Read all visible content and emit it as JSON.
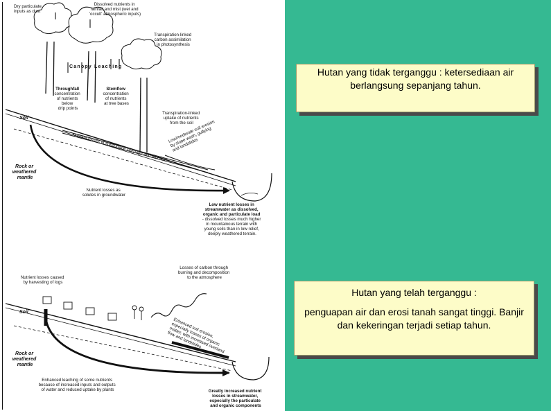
{
  "diagram_top": {
    "dry_particulate": [
      "Dry particulate",
      "inputs as dust"
    ],
    "dissolved_nutrients": [
      "Dissolved nutrients in",
      "rainfall and mist (wet and",
      "'occult' atmospheric inputs)"
    ],
    "transpiration_carbon": [
      "Transpiration-linked",
      "carbon assimilation",
      "in photosynthesis"
    ],
    "canopy_leaching": "Canopy Leaching",
    "throughfall": [
      "Throughfall",
      "concentration",
      "of nutrients",
      "below",
      "drip points"
    ],
    "stemflow": [
      "Stemflow",
      "concentration",
      "of nutrients",
      "at tree bases"
    ],
    "transpiration_uptake": [
      "Transpiration-linked",
      "uptake of nutrients",
      "from the soil"
    ],
    "soil": "Soil",
    "nutrient_losses_subsurface": "Nutrient losses in subsurface seepage and pipeflow",
    "low_moderate_erosion": [
      "Low/moderate soil erosion",
      "by slope wash, gullying",
      "and landslides"
    ],
    "rock": [
      "Rock or",
      "weathered",
      "mantle"
    ],
    "nutrient_losses_groundwater": [
      "Nutrient losses as",
      "solutes in groundwater"
    ],
    "low_nutrient_losses": [
      "Low nutrient losses in",
      "streamwater as dissolved,",
      "organic and particulate load",
      "- dissolved losses much higher",
      "in mountainous terrain with",
      "young soils than in low relief,",
      "deeply weathered terrain."
    ]
  },
  "diagram_bottom": {
    "harvesting": [
      "Nutrient losses caused",
      "by harvesting of logs"
    ],
    "carbon_losses": [
      "Losses of carbon through",
      "burning and decomposition",
      "to the atmosphere"
    ],
    "soil": "Soil",
    "enhanced_erosion": [
      "Enhanced soil erosion,",
      "especially losses of organic",
      "matter, with increased overland",
      "flow and landslides"
    ],
    "rock": [
      "Rock or",
      "weathered",
      "mantle"
    ],
    "enhanced_leaching": [
      "Enhanced leaching of some nutrients",
      "because of increased inputs and outputs",
      "of water and reduced uptake by plants"
    ],
    "greatly_increased": [
      "Greatly increased nutrient",
      "losses in streamwater,",
      "especially the particulate",
      "and organic components"
    ]
  },
  "callout1": {
    "text": "Hutan yang tidak terganggu : ketersediaan air berlangsung sepanjang tahun."
  },
  "callout2": {
    "title": "Hutan yang telah terganggu :",
    "body": "penguapan air dan erosi tanah sangat tinggi. Banjir dan kekeringan terjadi setiap tahun."
  },
  "colors": {
    "panel": "#35b992",
    "callout_bg": "#fdfcc8",
    "callout_shadow": "#4a4a4a"
  }
}
